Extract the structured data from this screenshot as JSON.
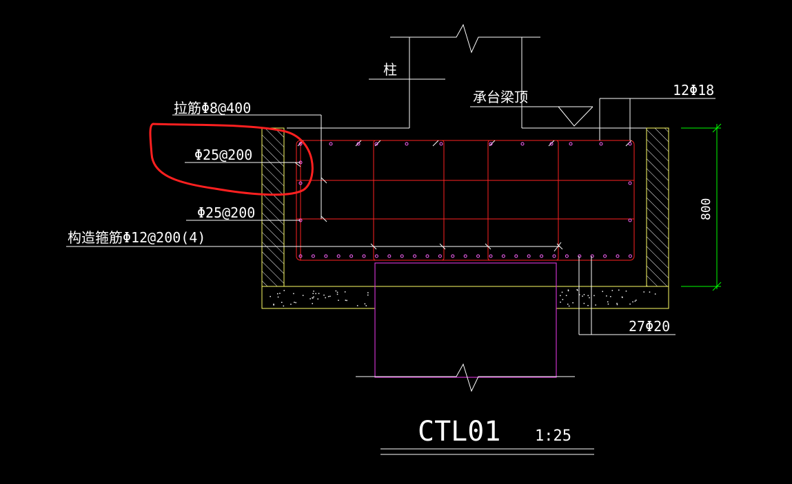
{
  "drawing": {
    "title": "CTL01",
    "scale": "1:25",
    "labels": {
      "column": "柱",
      "cap_beam_top": "承台梁顶",
      "top_bars": "12Φ18",
      "tie_bars": "拉筋Φ8@400",
      "side_bars_upper": "Φ25@200",
      "side_bars_lower": "Φ25@200",
      "stirrups": "构造箍筋Φ12@200(4)",
      "bottom_bars": "27Φ20",
      "height_dim": "800"
    }
  },
  "colors": {
    "background": "#000000",
    "linework": "#ffffff",
    "rebar": "#ff0000",
    "rebar_dot": "#ff66ff",
    "hatch_fill": "#ffff66",
    "pile": "#cc33cc",
    "dimension": "#00ff00",
    "markup": "#ff2020"
  }
}
